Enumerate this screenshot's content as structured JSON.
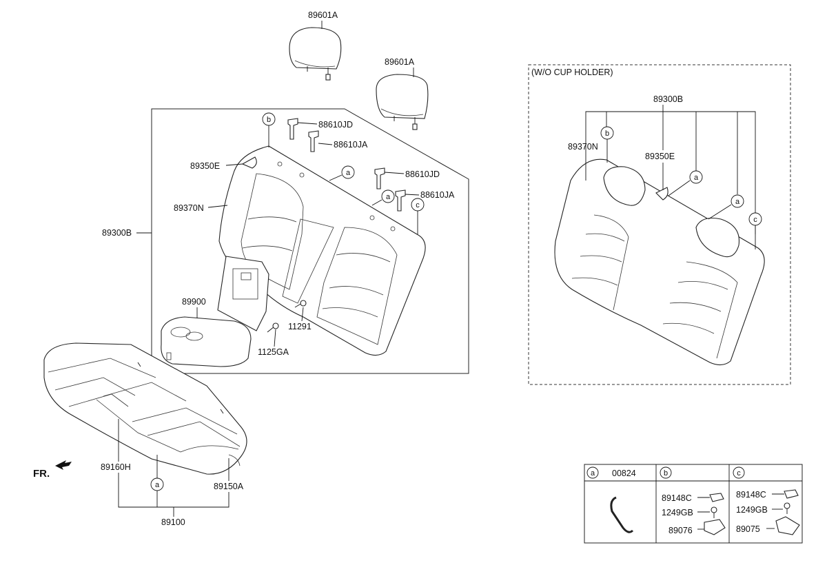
{
  "labels": {
    "headrest_1": "89601A",
    "headrest_2": "89601A",
    "bracket_jd_1": "88610JD",
    "bracket_ja_1": "88610JA",
    "bracket_jd_2": "88610JD",
    "bracket_ja_2": "88610JA",
    "cover_cap": "89350E",
    "back_cover": "89370N",
    "back_assy": "89300B",
    "armrest": "89900",
    "bolt_1": "11291",
    "bolt_2": "1125GA",
    "cushion_cover": "89160H",
    "cushion_pad": "89150A",
    "cushion_assy": "89100",
    "front_arrow": "FR."
  },
  "callouts": {
    "a": "a",
    "b": "b",
    "c": "c"
  },
  "alt_view": {
    "title": "(W/O CUP HOLDER)",
    "back_assy": "89300B",
    "back_cover": "89370N",
    "cover_cap": "89350E"
  },
  "legend": {
    "a": {
      "key": "a",
      "part": "00824"
    },
    "b": {
      "key": "b",
      "parts": [
        "89148C",
        "1249GB",
        "89076"
      ]
    },
    "c": {
      "key": "c",
      "parts": [
        "89148C",
        "1249GB",
        "89075"
      ]
    }
  }
}
